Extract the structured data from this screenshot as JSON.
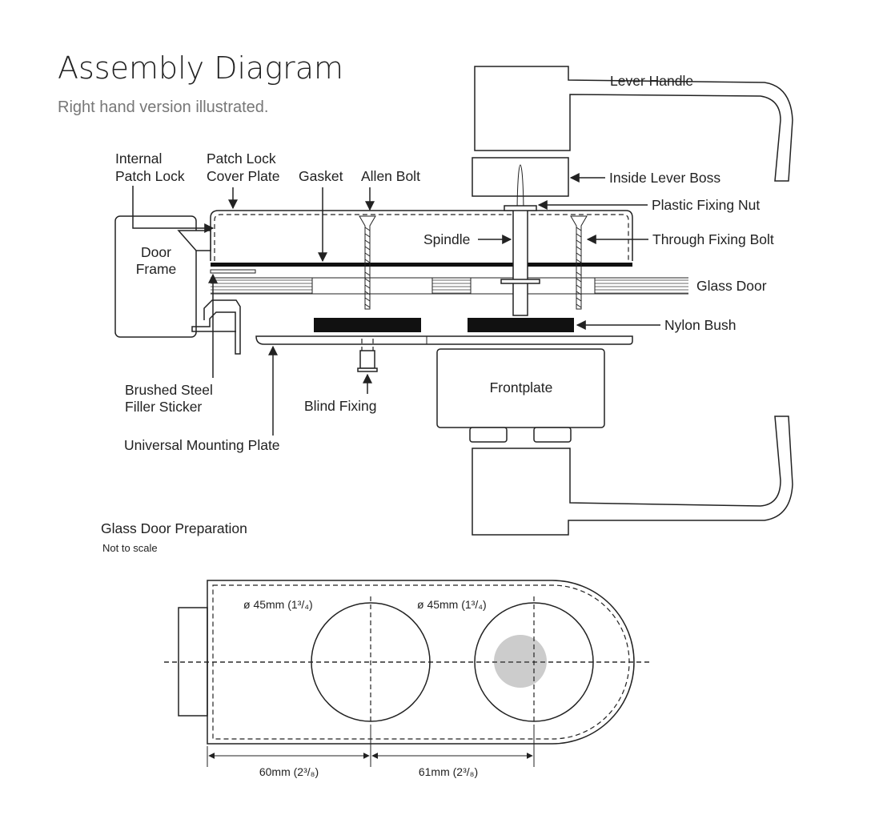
{
  "header": {
    "title": "Assembly Diagram",
    "subtitle": "Right hand version illustrated."
  },
  "labels": {
    "internal_patch_lock_1": "Internal",
    "internal_patch_lock_2": "Patch Lock",
    "patch_lock_cover_1": "Patch Lock",
    "patch_lock_cover_2": "Cover Plate",
    "gasket": "Gasket",
    "allen_bolt": "Allen Bolt",
    "door_frame_1": "Door",
    "door_frame_2": "Frame",
    "lever_handle": "Lever Handle",
    "inside_lever_boss": "Inside Lever Boss",
    "plastic_fixing_nut": "Plastic Fixing Nut",
    "spindle": "Spindle",
    "through_fixing_bolt": "Through Fixing Bolt",
    "glass_door": "Glass Door",
    "nylon_bush": "Nylon Bush",
    "frontplate": "Frontplate",
    "brushed_steel_1": "Brushed Steel",
    "brushed_steel_2": "Filler Sticker",
    "blind_fixing": "Blind Fixing",
    "universal_mounting_plate": "Universal Mounting Plate"
  },
  "preparation": {
    "title": "Glass Door Preparation",
    "note": "Not to scale",
    "hole1_label": "ø 45mm (1³/₄)",
    "hole2_label": "ø 45mm (1³/₄)",
    "dim1": "60mm (2³/₈)",
    "dim2": "61mm (2³/₈)"
  }
}
